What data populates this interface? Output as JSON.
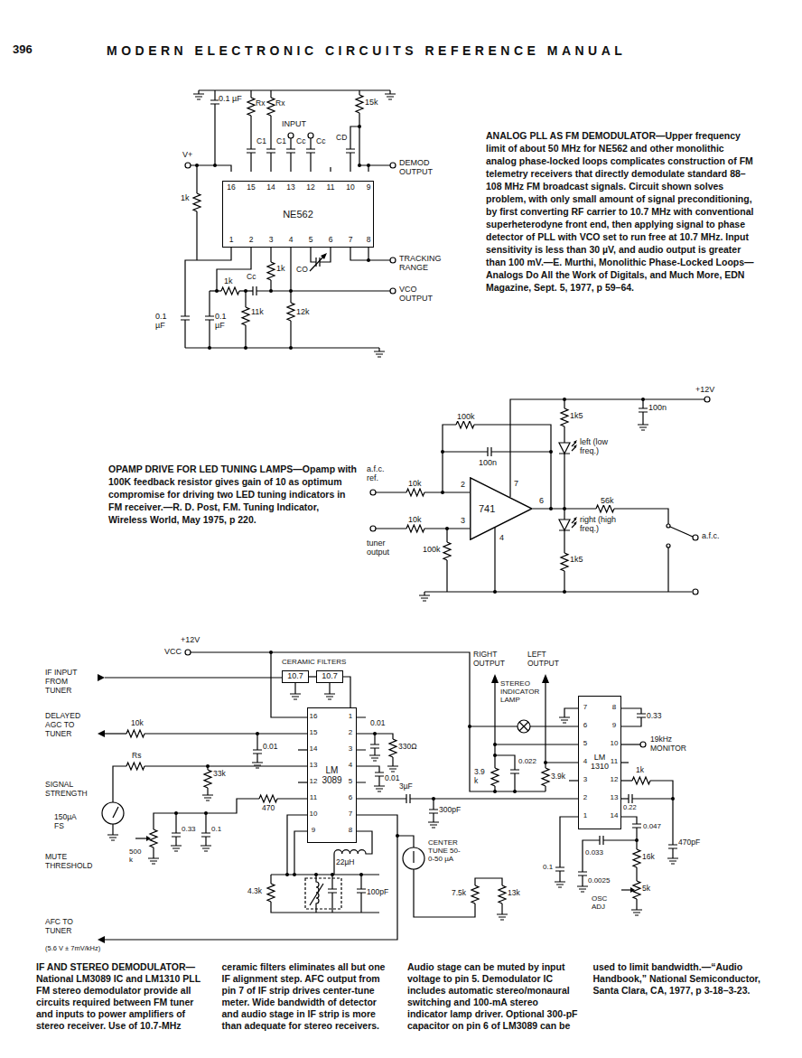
{
  "diagram": {
    "nodes": [
      {
        "text": [
          "NE562"
        ]
      },
      {
        "text": [
          "741"
        ]
      },
      {
        "text": [
          "10.7"
        ]
      },
      {
        "text": [
          "10.7"
        ]
      },
      {
        "text": [
          "LM 3089"
        ]
      },
      {
        "text": [
          "LM 1310"
        ]
      }
    ],
    "edges": [
      {
        "from": 2,
        "to": 3,
        "arrow": "none"
      },
      {
        "from": 3,
        "to": 4,
        "arrow": "none"
      }
    ],
    "labels": [
      "396",
      "MODERN ELECTRONIC CIRCUITS REFERENCE MANUAL",
      "ANALOG PLL AS FM DEMODULATOR—Upper frequency limit of about 50 MHz for NE562 and other monolithic analog phase-locked loops complicates construction of FM telemetry receivers that directly demodulate standard 88–108 MHz FM broadcast signals. Circuit shown solves problem, with only small amount of signal preconditioning, by first converting RF carrier to 10.7 MHz with conventional superheterodyne front end, then applying signal to phase detector of PLL with VCO set to run free at 10.7 MHz. Input sensitivity is less than 30 µV, and audio output is greater than 100 mV.—E. Murthi, Monolithic Phase-Locked Loops—Analogs Do All the Work of Digitals, and Much More, EDN Magazine, Sept. 5, 1977, p 59–64.",
      "OPAMP DRIVE FOR LED TUNING LAMPS—Opamp with 100K feedback resistor gives gain of 10 as optimum compromise for driving two LED tuning indicators in FM receiver.—R. D. Post, F.M. Tuning Indicator, Wireless World, May 1975, p 220.",
      "IF AND STEREO DEMODULATOR—National LM3089 IC and LM1310 PLL FM stereo demodulator provide all circuits required between FM tuner and inputs to power amplifiers of stereo receiver. Use of 10.7-MHz ceramic filters eliminates all but one IF alignment step. AFC output from pin 7 of IF strip drives center-tune meter. Wide bandwidth of detector and audio stage in IF strip is more than adequate for stereo receivers. Audio stage can be muted by input voltage to pin 5. Demodulator IC includes automatic stereo/monaural switching and 100-mA stereo indicator lamp driver. Optional 300-pF capacitor on pin 6 of LM3089 can be used to limit bandwidth.—“Audio Handbook,” National Semiconductor, Santa Clara, CA, 1977, p 3-18–3-23.",
      "0.1 µF",
      "Rx",
      "Rx",
      "15k",
      "INPUT",
      "C1",
      "C1",
      "Cc",
      "Cc",
      "CD",
      "V+",
      "DEMOD OUTPUT",
      "16",
      "15",
      "14",
      "13",
      "12",
      "11",
      "10",
      "9",
      "1",
      "2",
      "3",
      "4",
      "5",
      "6",
      "7",
      "8",
      "TRACKING RANGE",
      "VCO OUTPUT",
      "1k",
      "1k",
      "Cc",
      "CO",
      "1k",
      "11k",
      "12k",
      "0.1 µF",
      "0.1 µF",
      "100k",
      "100n",
      "1k5",
      "+12V",
      "100n",
      "left (low freq.)",
      "a.f.c. ref.",
      "10k",
      "2",
      "3",
      "7",
      "6",
      "4",
      "tuner output",
      "10k",
      "100k",
      "56k",
      "a.f.c.",
      "right (high freq.)",
      "1k5",
      "+12V",
      "VCC",
      "CERAMIC FILTERS",
      "IF INPUT FROM TUNER",
      "DELAYED AGC TO TUNER",
      "10k",
      "0.01",
      "33k",
      "SIGNAL STRENGTH",
      "Rs",
      "150µA FS",
      "470",
      "500 k",
      "0.33",
      "0.1",
      "MUTE THRESHOLD",
      "4.3k",
      "22µH",
      "100pF",
      "7.5k",
      "13k",
      "3µF",
      "300pF",
      "CENTER TUNE 50-0-50 µA",
      "0.01",
      "330Ω",
      "0.01",
      "AFC TO TUNER",
      "(5.6 V ± 7mV/kHz)",
      "16",
      "15",
      "14",
      "13",
      "12",
      "11",
      "10",
      "9",
      "1",
      "2",
      "3",
      "4",
      "5",
      "6",
      "7",
      "8",
      "RIGHT OUTPUT",
      "LEFT OUTPUT",
      "STEREO INDICATOR LAMP",
      "0.33",
      "19kHz MONITOR",
      "1k",
      "3.9 k",
      "0.022",
      "3.9k",
      "0.22",
      "0.047",
      "16k",
      "470pF",
      "0.033",
      "OSC ADJ",
      "5k",
      "0.1",
      "0.0025",
      "7",
      "6",
      "5",
      "4",
      "3",
      "2",
      "1",
      "8",
      "9",
      "10",
      "11",
      "12",
      "13",
      "14"
    ]
  }
}
